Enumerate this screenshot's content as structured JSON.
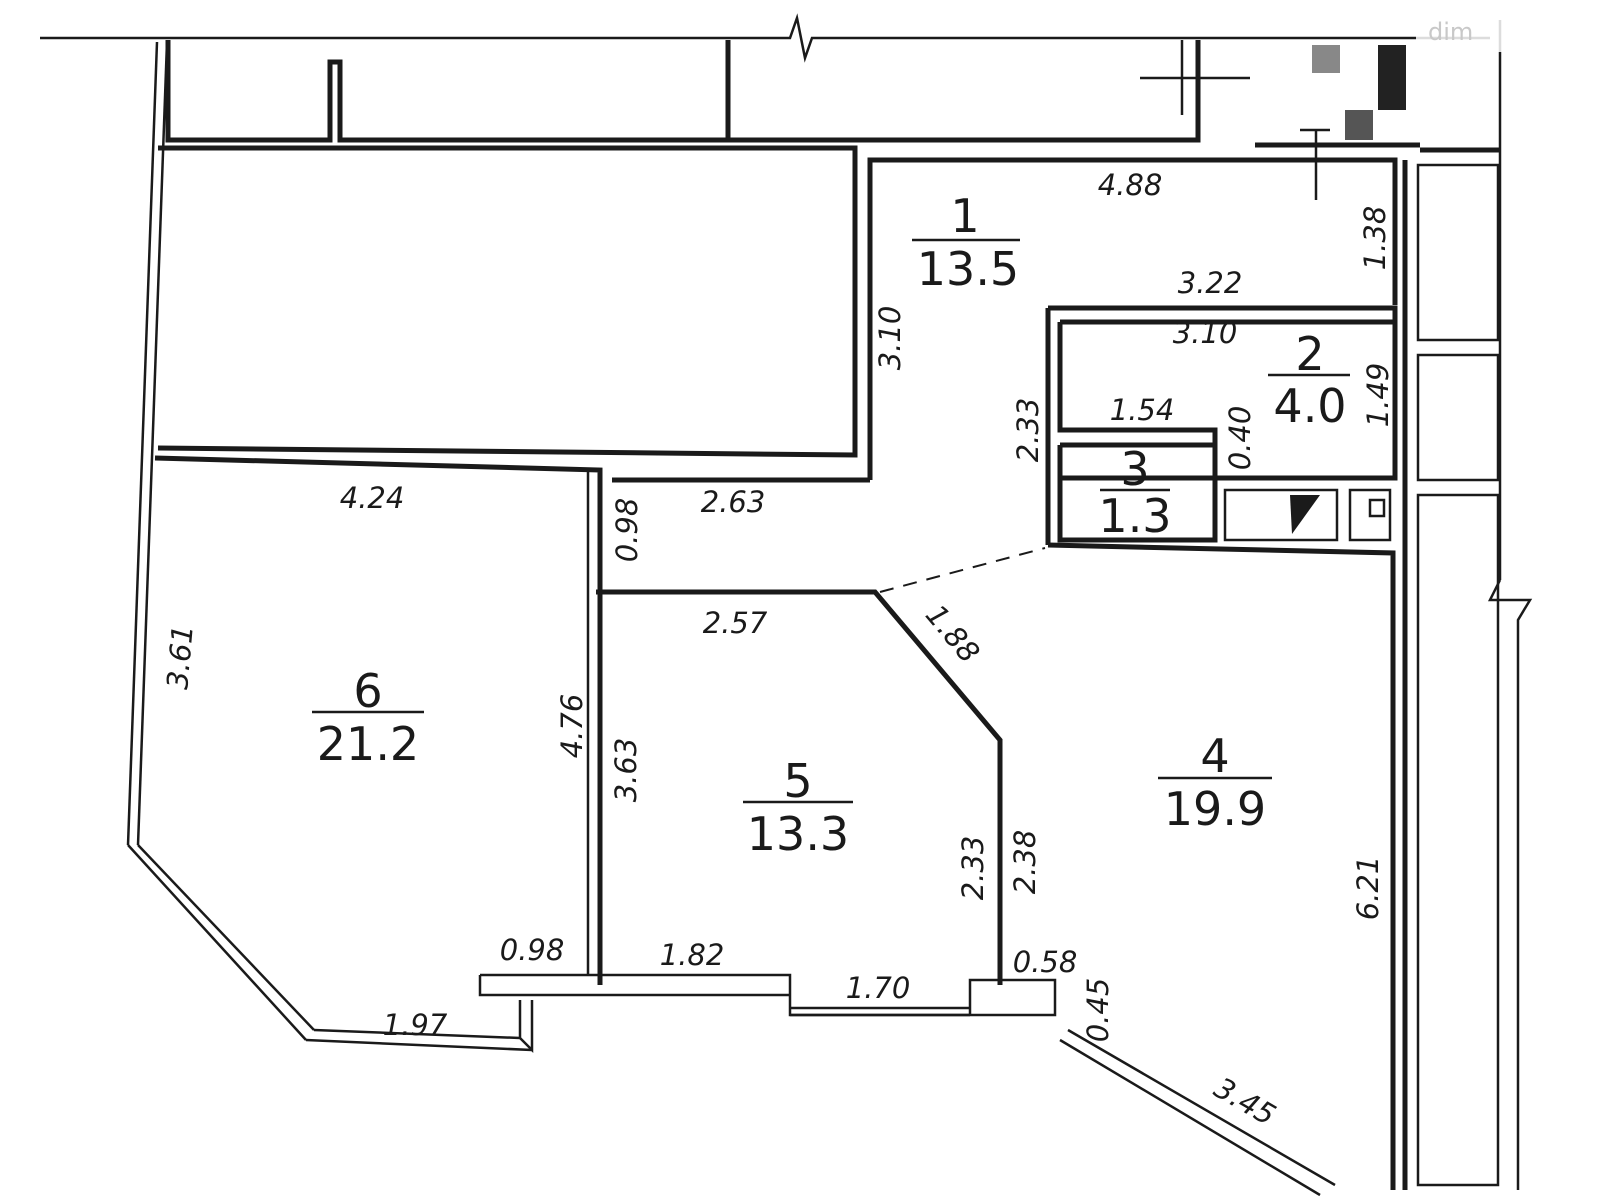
{
  "watermark": {
    "text": "dim"
  },
  "rooms": [
    {
      "num": "1",
      "area": "13.5"
    },
    {
      "num": "2",
      "area": "4.0"
    },
    {
      "num": "3",
      "area": "1.3"
    },
    {
      "num": "4",
      "area": "19.9"
    },
    {
      "num": "5",
      "area": "13.3"
    },
    {
      "num": "6",
      "area": "21.2"
    }
  ],
  "dims": {
    "d488": "4.88",
    "d138": "1.38",
    "d322": "3.22",
    "d310a": "3.10",
    "d310b": "3.10",
    "d233a": "2.33",
    "d154": "1.54",
    "d040": "0.40",
    "d149": "1.49",
    "d424": "4.24",
    "d098a": "0.98",
    "d263": "2.63",
    "d361": "3.61",
    "d476": "4.76",
    "d257": "2.57",
    "d188": "1.88",
    "d363": "3.63",
    "d233b": "2.33",
    "d238": "2.38",
    "d621": "6.21",
    "d098b": "0.98",
    "d182": "1.82",
    "d170": "1.70",
    "d058": "0.58",
    "d045": "0.45",
    "d197": "1.97",
    "d345": "3.45"
  }
}
